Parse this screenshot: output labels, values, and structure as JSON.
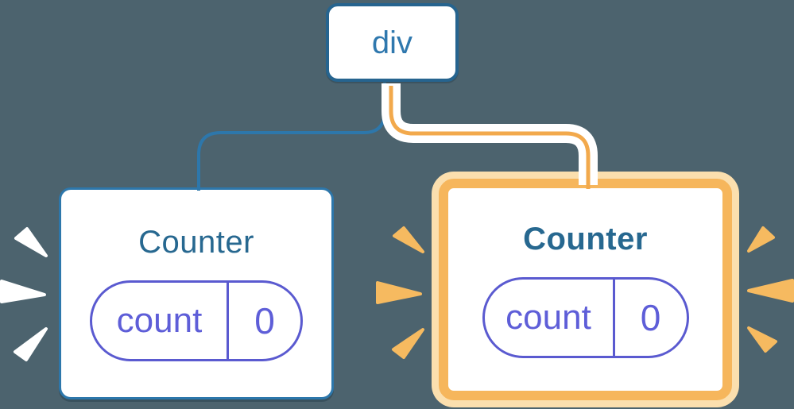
{
  "root_node": {
    "label": "div"
  },
  "counters": [
    {
      "title": "Counter",
      "state_key": "count",
      "state_value": "0",
      "highlighted": false
    },
    {
      "title": "Counter",
      "state_key": "count",
      "state_value": "0",
      "highlighted": true
    }
  ],
  "colors": {
    "background": "#4C636E",
    "blue_border": "#2D77AB",
    "blue_dark": "#26648F",
    "node_text_blue": "#2F78AE",
    "title_teal": "#276890",
    "pill_purple": "#5A5AD0",
    "pill_text_purple": "#5E5ED8",
    "orange_core": "#F2A94C",
    "orange_border": "#F6B65C",
    "orange_halo": "#FBDFAE",
    "burst_orange": "#F6BA60",
    "burst_white": "#FFFFFF",
    "card_bg": "#FFFFFF"
  }
}
